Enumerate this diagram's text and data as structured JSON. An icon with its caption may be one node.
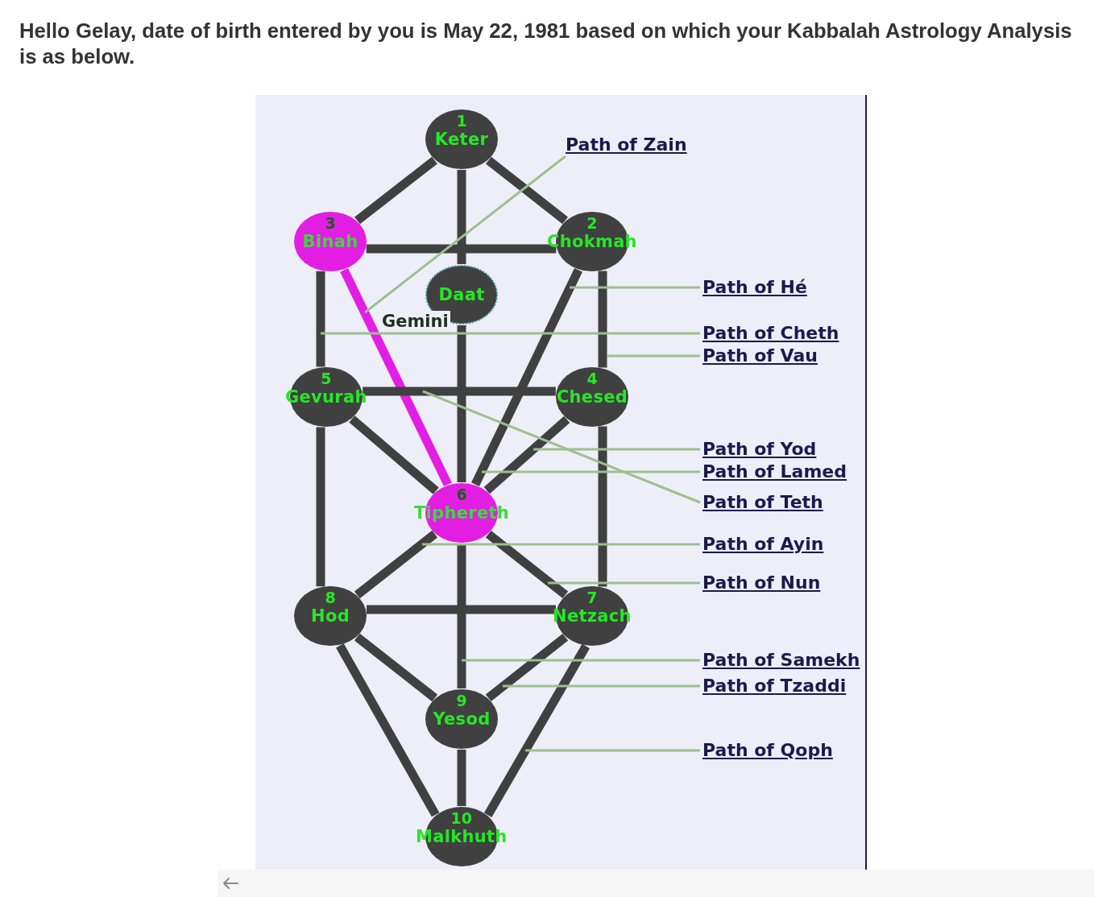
{
  "diagram": {
    "title": "Hello Gelay, date of birth entered by you is May 22, 1981 based on which your Kabbalah Astrology Analysis is as below.",
    "nodes": [
      {
        "text": [
          "1",
          "Keter"
        ]
      },
      {
        "text": [
          "Path of Zain"
        ]
      },
      {
        "text": [
          "3",
          "Binah"
        ]
      },
      {
        "text": [
          "2",
          "Chokmah"
        ]
      },
      {
        "text": [
          "Daat"
        ]
      },
      {
        "text": [
          "Path of Hé"
        ]
      },
      {
        "text": [
          "Path of Cheth"
        ]
      },
      {
        "text": [
          "Path of Vau"
        ]
      },
      {
        "text": [
          "5",
          "Gevurah"
        ]
      },
      {
        "text": [
          "4",
          "Chesed"
        ]
      },
      {
        "text": [
          "Path of Yod"
        ]
      },
      {
        "text": [
          "Path of Lamed"
        ]
      },
      {
        "text": [
          "Path of Teth"
        ]
      },
      {
        "text": [
          "6",
          "Tiphereth"
        ]
      },
      {
        "text": [
          "Path of Ayin"
        ]
      },
      {
        "text": [
          "Path of Nun"
        ]
      },
      {
        "text": [
          "8",
          "Hod"
        ]
      },
      {
        "text": [
          "7",
          "Netzach"
        ]
      },
      {
        "text": [
          "Path of Samekh"
        ]
      },
      {
        "text": [
          "Path of Tzaddi"
        ]
      },
      {
        "text": [
          "9",
          "Yesod"
        ]
      },
      {
        "text": [
          "Path of Qoph"
        ]
      },
      {
        "text": [
          "10",
          "Malkhuth"
        ]
      }
    ],
    "edges": [
      {
        "from": 0,
        "to": 2,
        "arrow": "none"
      },
      {
        "from": 0,
        "to": 3,
        "arrow": "none"
      },
      {
        "from": 0,
        "to": 4,
        "arrow": "none"
      },
      {
        "from": 2,
        "to": 3,
        "arrow": "none"
      },
      {
        "from": 2,
        "to": 8,
        "arrow": "none"
      },
      {
        "from": 3,
        "to": 9,
        "arrow": "none"
      },
      {
        "from": 2,
        "to": 13,
        "arrow": "none",
        "color": "#e31ee3",
        "label": "Gemini"
      },
      {
        "from": 3,
        "to": 13,
        "arrow": "none"
      },
      {
        "from": 4,
        "to": 13,
        "arrow": "none"
      },
      {
        "from": 8,
        "to": 9,
        "arrow": "none"
      },
      {
        "from": 8,
        "to": 13,
        "arrow": "none"
      },
      {
        "from": 9,
        "to": 13,
        "arrow": "none"
      },
      {
        "from": 8,
        "to": 16,
        "arrow": "none"
      },
      {
        "from": 9,
        "to": 17,
        "arrow": "none"
      },
      {
        "from": 13,
        "to": 16,
        "arrow": "none"
      },
      {
        "from": 13,
        "to": 17,
        "arrow": "none"
      },
      {
        "from": 16,
        "to": 17,
        "arrow": "none"
      },
      {
        "from": 13,
        "to": 20,
        "arrow": "none"
      },
      {
        "from": 16,
        "to": 20,
        "arrow": "none"
      },
      {
        "from": 17,
        "to": 20,
        "arrow": "none"
      },
      {
        "from": 16,
        "to": 22,
        "arrow": "none"
      },
      {
        "from": 17,
        "to": 22,
        "arrow": "none"
      },
      {
        "from": 20,
        "to": 22,
        "arrow": "none"
      },
      {
        "from": 1,
        "to": null,
        "arrow": "none",
        "color": "#9dbf8f"
      },
      {
        "from": 5,
        "to": null,
        "arrow": "none",
        "color": "#9dbf8f"
      },
      {
        "from": 6,
        "to": null,
        "arrow": "none",
        "color": "#9dbf8f"
      },
      {
        "from": 7,
        "to": null,
        "arrow": "none",
        "color": "#9dbf8f"
      },
      {
        "from": 10,
        "to": null,
        "arrow": "none",
        "color": "#9dbf8f"
      },
      {
        "from": 11,
        "to": null,
        "arrow": "none",
        "color": "#9dbf8f"
      },
      {
        "from": 12,
        "to": null,
        "arrow": "none",
        "color": "#9dbf8f"
      },
      {
        "from": 14,
        "to": null,
        "arrow": "none",
        "color": "#9dbf8f"
      },
      {
        "from": 15,
        "to": null,
        "arrow": "none",
        "color": "#9dbf8f"
      },
      {
        "from": 18,
        "to": null,
        "arrow": "none",
        "color": "#9dbf8f"
      },
      {
        "from": 19,
        "to": null,
        "arrow": "none",
        "color": "#9dbf8f"
      },
      {
        "from": 21,
        "to": null,
        "arrow": "none",
        "color": "#9dbf8f"
      }
    ]
  }
}
